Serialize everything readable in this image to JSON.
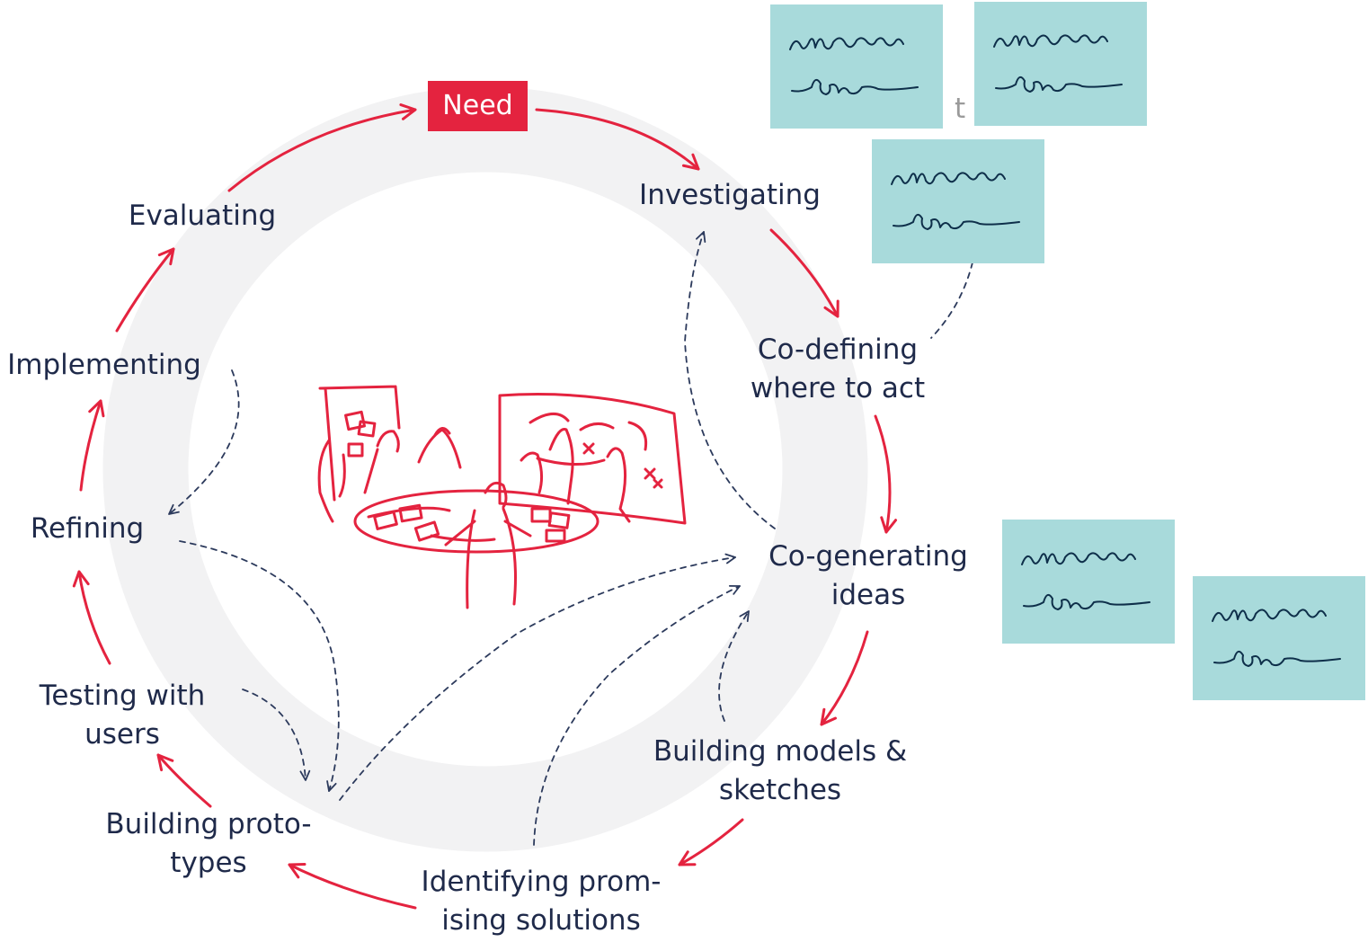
{
  "diagram": {
    "start_label": "Need",
    "steps": [
      {
        "id": "investigating",
        "lines": [
          "Investigating"
        ]
      },
      {
        "id": "co-defining",
        "lines": [
          "Co-defining",
          "where to act"
        ]
      },
      {
        "id": "co-generating",
        "lines": [
          "Co-generating",
          "ideas"
        ]
      },
      {
        "id": "building-models",
        "lines": [
          "Building models &",
          "sketches"
        ]
      },
      {
        "id": "identifying",
        "lines": [
          "Identifying prom-",
          "ising solutions"
        ]
      },
      {
        "id": "building-prototypes",
        "lines": [
          "Building proto-",
          "types"
        ]
      },
      {
        "id": "testing",
        "lines": [
          "Testing with",
          "users"
        ]
      },
      {
        "id": "refining",
        "lines": [
          "Refining"
        ]
      },
      {
        "id": "implementing",
        "lines": [
          "Implementing"
        ]
      },
      {
        "id": "evaluating",
        "lines": [
          "Evaluating"
        ]
      }
    ],
    "partial_text": "t a",
    "colors": {
      "accent": "#e4233f",
      "text": "#1f2a4a",
      "ring": "#f2f2f3",
      "sticky_note": "#a8dadb",
      "scribble": "#0e2f4a",
      "dashed": "#2c3a5c"
    },
    "sticky_notes_count": 5
  }
}
